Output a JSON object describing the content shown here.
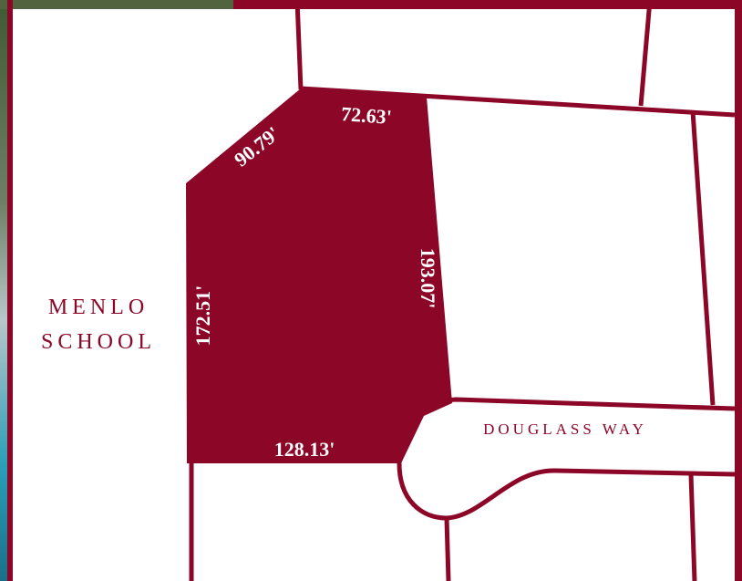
{
  "map": {
    "colors": {
      "accent": "#8c0628",
      "lot_fill": "#8c0628",
      "background": "#ffffff",
      "label_text": "#ffffff",
      "photo_tree": "#3f5a34",
      "photo_water": "#2a9fb8"
    },
    "labels": {
      "place_line1": "MENLO",
      "place_line2": "SCHOOL",
      "street": "DOUGLASS WAY"
    },
    "dimensions": {
      "top_edge": "72.63'",
      "diagonal_edge": "90.79'",
      "left_edge": "172.51'",
      "right_edge": "193.07'",
      "bottom_edge": "128.13'"
    }
  }
}
